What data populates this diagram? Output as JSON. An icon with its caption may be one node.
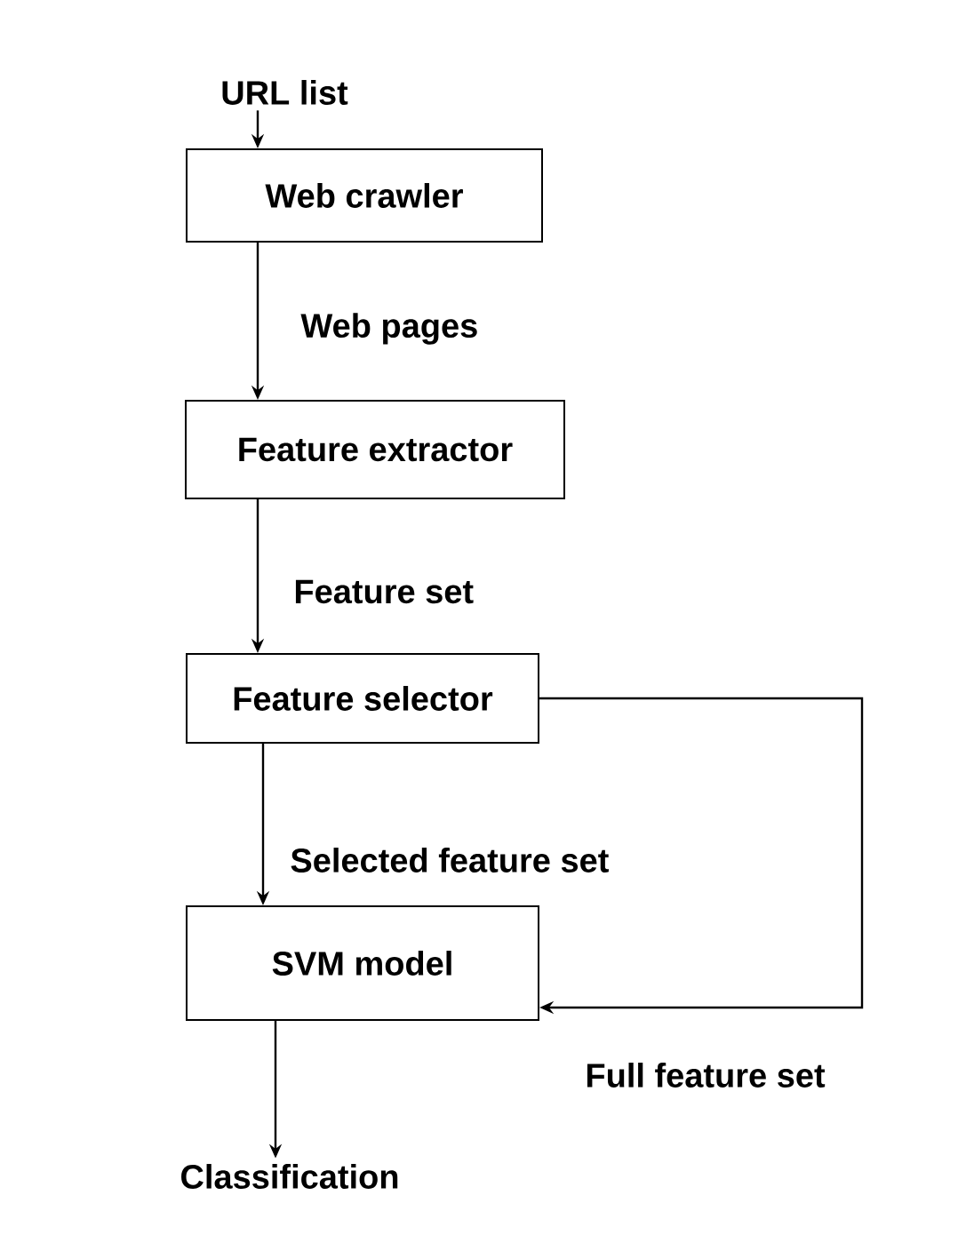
{
  "diagram": {
    "nodes": [
      {
        "text": [
          "URL list"
        ]
      },
      {
        "text": [
          "Web crawler"
        ]
      },
      {
        "text": [
          "Feature extractor"
        ]
      },
      {
        "text": [
          "Feature selector"
        ]
      },
      {
        "text": [
          "SVM model"
        ]
      },
      {
        "text": [
          "Classification"
        ]
      }
    ],
    "edges": [
      {
        "from": 0,
        "to": 1,
        "arrow": "to"
      },
      {
        "from": 1,
        "to": 2,
        "arrow": "to",
        "label": "Web pages"
      },
      {
        "from": 2,
        "to": 3,
        "arrow": "to",
        "label": "Feature set"
      },
      {
        "from": 3,
        "to": 4,
        "arrow": "to",
        "label": "Selected feature set"
      },
      {
        "from": 3,
        "to": 4,
        "arrow": "to",
        "label": "Full feature set"
      },
      {
        "from": 4,
        "to": 5,
        "arrow": "to"
      }
    ]
  }
}
